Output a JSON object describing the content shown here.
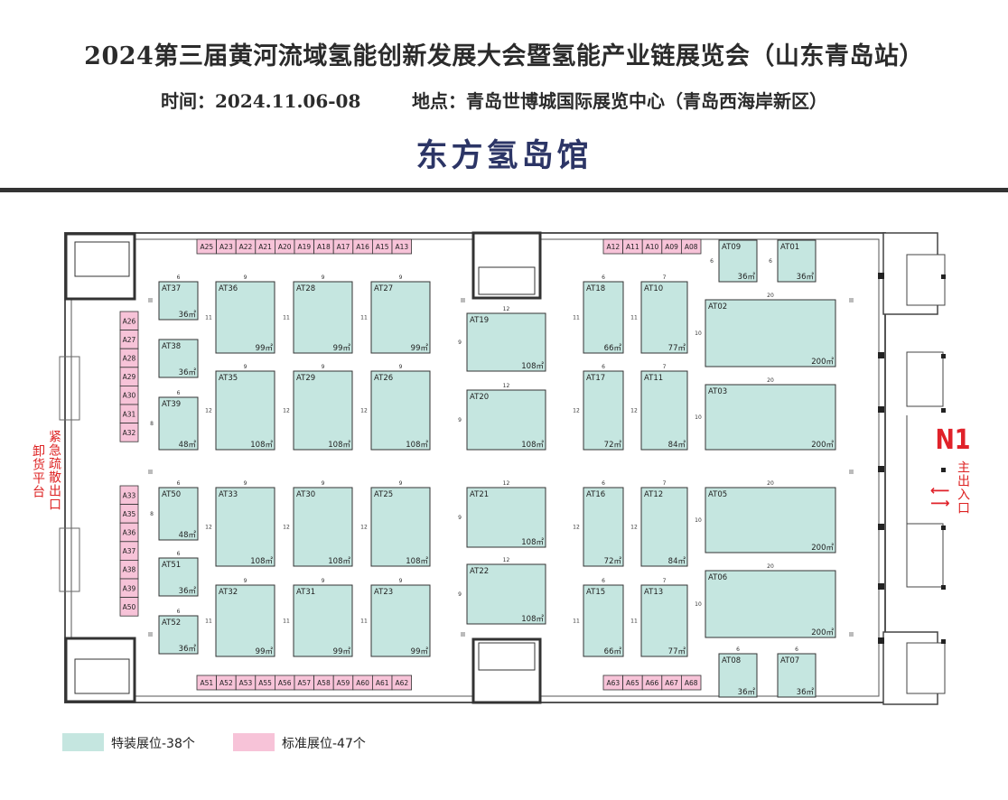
{
  "header": {
    "title": "2024第三届黄河流域氢能创新发展大会暨氢能产业链展览会（山东青岛站）",
    "time": "时间：2024.11.06-08",
    "location": "地点：青岛世博城国际展览中心（青岛西海岸新区）",
    "hall": "东方氢岛馆"
  },
  "colors": {
    "special": "#c5e6e0",
    "standard": "#f7c3d8",
    "entrance": "#e0222a",
    "hall_title": "#2c3566"
  },
  "side_labels": {
    "emergency": "紧急疏散出口",
    "loading": "卸货平台",
    "main_entrance": "主出入口",
    "gate": "N1"
  },
  "legend": {
    "special": "特装展位-38个",
    "standard": "标准展位-47个"
  },
  "special_booths": [
    {
      "id": "AT37",
      "area": "36㎡",
      "w": "6",
      "h": ""
    },
    {
      "id": "AT38",
      "area": "36㎡",
      "w": "",
      "h": ""
    },
    {
      "id": "AT39",
      "area": "48㎡",
      "w": "6",
      "h": "8"
    },
    {
      "id": "AT50",
      "area": "48㎡",
      "w": "6",
      "h": "8"
    },
    {
      "id": "AT51",
      "area": "36㎡",
      "w": "6",
      "h": ""
    },
    {
      "id": "AT52",
      "area": "36㎡",
      "w": "6",
      "h": ""
    },
    {
      "id": "AT36",
      "area": "99㎡",
      "w": "9",
      "h": "11"
    },
    {
      "id": "AT28",
      "area": "99㎡",
      "w": "9",
      "h": "11"
    },
    {
      "id": "AT27",
      "area": "99㎡",
      "w": "9",
      "h": "11"
    },
    {
      "id": "AT35",
      "area": "108㎡",
      "w": "9",
      "h": "12"
    },
    {
      "id": "AT29",
      "area": "108㎡",
      "w": "9",
      "h": "12"
    },
    {
      "id": "AT26",
      "area": "108㎡",
      "w": "9",
      "h": "12"
    },
    {
      "id": "AT33",
      "area": "108㎡",
      "w": "9",
      "h": "12"
    },
    {
      "id": "AT30",
      "area": "108㎡",
      "w": "9",
      "h": "12"
    },
    {
      "id": "AT25",
      "area": "108㎡",
      "w": "9",
      "h": "12"
    },
    {
      "id": "AT32",
      "area": "99㎡",
      "w": "9",
      "h": "11"
    },
    {
      "id": "AT31",
      "area": "99㎡",
      "w": "9",
      "h": "11"
    },
    {
      "id": "AT23",
      "area": "99㎡",
      "w": "9",
      "h": "11"
    },
    {
      "id": "AT19",
      "area": "108㎡",
      "w": "12",
      "h": "9"
    },
    {
      "id": "AT20",
      "area": "108㎡",
      "w": "12",
      "h": "9"
    },
    {
      "id": "AT21",
      "area": "108㎡",
      "w": "12",
      "h": "9"
    },
    {
      "id": "AT22",
      "area": "108㎡",
      "w": "12",
      "h": "9"
    },
    {
      "id": "AT18",
      "area": "66㎡",
      "w": "6",
      "h": "11"
    },
    {
      "id": "AT10",
      "area": "77㎡",
      "w": "7",
      "h": "11"
    },
    {
      "id": "AT17",
      "area": "72㎡",
      "w": "6",
      "h": "12"
    },
    {
      "id": "AT11",
      "area": "84㎡",
      "w": "7",
      "h": "12"
    },
    {
      "id": "AT16",
      "area": "72㎡",
      "w": "6",
      "h": "12"
    },
    {
      "id": "AT12",
      "area": "84㎡",
      "w": "7",
      "h": "12"
    },
    {
      "id": "AT15",
      "area": "66㎡",
      "w": "6",
      "h": "11"
    },
    {
      "id": "AT13",
      "area": "77㎡",
      "w": "7",
      "h": "11"
    },
    {
      "id": "AT09",
      "area": "36㎡",
      "w": "",
      "h": "6"
    },
    {
      "id": "AT01",
      "area": "36㎡",
      "w": "",
      "h": "6"
    },
    {
      "id": "AT02",
      "area": "200㎡",
      "w": "20",
      "h": "10"
    },
    {
      "id": "AT03",
      "area": "200㎡",
      "w": "20",
      "h": "10"
    },
    {
      "id": "AT05",
      "area": "200㎡",
      "w": "20",
      "h": "10"
    },
    {
      "id": "AT06",
      "area": "200㎡",
      "w": "20",
      "h": "10"
    },
    {
      "id": "AT08",
      "area": "36㎡",
      "w": "6",
      "h": ""
    },
    {
      "id": "AT07",
      "area": "36㎡",
      "w": "6",
      "h": ""
    }
  ],
  "standard_rows": {
    "top_left": [
      "A25",
      "A23",
      "A22",
      "A21",
      "A20",
      "A19",
      "A18",
      "A17",
      "A16",
      "A15",
      "A13"
    ],
    "top_right": [
      "A12",
      "A11",
      "A10",
      "A09",
      "A08"
    ],
    "left_upper": [
      "A26",
      "A27",
      "A28",
      "A29",
      "A30",
      "A31",
      "A32"
    ],
    "left_lower": [
      "A33",
      "A35",
      "A36",
      "A37",
      "A38",
      "A39",
      "A50"
    ],
    "bottom_left": [
      "A51",
      "A52",
      "A53",
      "A55",
      "A56",
      "A57",
      "A58",
      "A59",
      "A60",
      "A61",
      "A62"
    ],
    "bottom_right": [
      "A63",
      "A65",
      "A66",
      "A67",
      "A68"
    ]
  }
}
